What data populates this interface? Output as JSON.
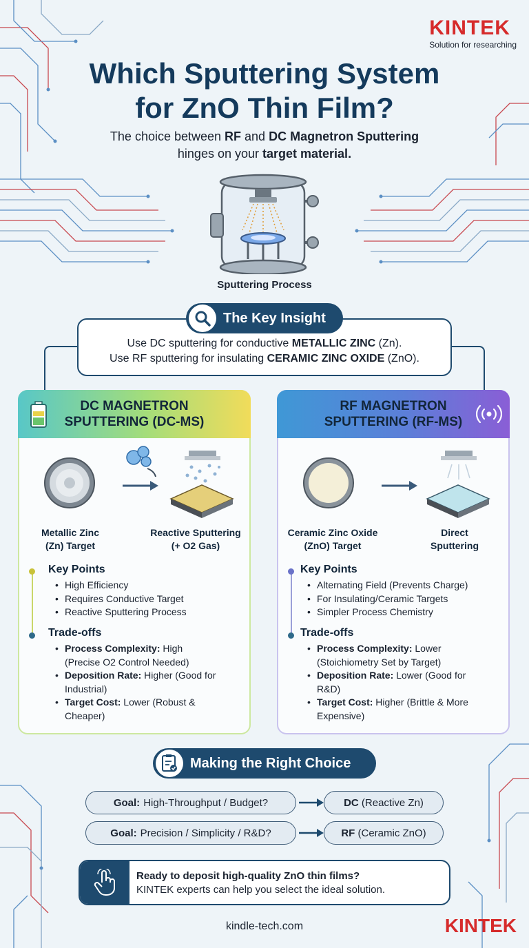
{
  "brand": {
    "name": "KINTEK",
    "tagline": "Solution for researching"
  },
  "title": {
    "line1": "Which Sputtering System",
    "line2": "for ZnO Thin Film?"
  },
  "subtitle": {
    "p1": "The choice between ",
    "rf": "RF",
    "p2": " and ",
    "dc": "DC Magnetron Sputtering",
    "p3": "hinges on your ",
    "target": "target material",
    "p4": "."
  },
  "chamber_label": "Sputtering Process",
  "insight": {
    "title": "The Key Insight",
    "l1_pre": "Use DC sputtering for conductive ",
    "l1_bold": "METALLIC ZINC",
    "l1_post": " (Zn).",
    "l2_pre": "Use RF sputtering for insulating ",
    "l2_bold": "CERAMIC ZINC OXIDE",
    "l2_post": " (ZnO)."
  },
  "dc": {
    "title1": "DC MAGNETRON",
    "title2": "SPUTTERING (DC-MS)",
    "target_l1": "Metallic Zinc",
    "target_l2": "(Zn) Target",
    "process_l1": "Reactive Sputtering",
    "process_l2": "(+ O2 Gas)",
    "key_points_h": "Key Points",
    "kp1": "High Efficiency",
    "kp2": "Requires Conductive Target",
    "kp3": "Reactive Sputtering Process",
    "tradeoffs_h": "Trade-offs",
    "t1_label": "Process Complexity:",
    "t1_a": " High",
    "t1_b": "(Precise O2 Control Needed)",
    "t2_label": "Deposition Rate:",
    "t2_a": " Higher (Good for",
    "t2_b": "Industrial)",
    "t3_label": "Target Cost:",
    "t3_a": " Lower (Robust &",
    "t3_b": "Cheaper)"
  },
  "rf": {
    "title1": "RF MAGNETRON",
    "title2": "SPUTTERING (RF-MS)",
    "target_l1": "Ceramic Zinc Oxide",
    "target_l2": "(ZnO) Target",
    "process_l1": "Direct",
    "process_l2": "Sputtering",
    "key_points_h": "Key Points",
    "kp1": "Alternating Field (Prevents Charge)",
    "kp2": "For Insulating/Ceramic Targets",
    "kp3": "Simpler Process Chemistry",
    "tradeoffs_h": "Trade-offs",
    "t1_label": "Process Complexity:",
    "t1_a": " Lower",
    "t1_b": "(Stoichiometry Set by Target)",
    "t2_label": "Deposition Rate:",
    "t2_a": " Lower (Good for",
    "t2_b": "R&D)",
    "t3_label": "Target Cost:",
    "t3_a": " Higher (Brittle & More",
    "t3_b": "Expensive)"
  },
  "choice": {
    "title": "Making the Right Choice",
    "g1_label": "Goal:",
    "g1_text": "High-Throughput / Budget?",
    "g1_res_bold": "DC",
    "g1_res": " (Reactive Zn)",
    "g2_label": "Goal:",
    "g2_text": "Precision / Simplicity / R&D?",
    "g2_res_bold": "RF",
    "g2_res": " (Ceramic ZnO)"
  },
  "cta": {
    "line1": "Ready to deposit high-quality ZnO thin films?",
    "line2": "KINTEK experts can help you select the ideal solution."
  },
  "footer": {
    "url": "kindle-tech.com",
    "brand": "KINTEK"
  },
  "colors": {
    "navy": "#1e4a6e",
    "title": "#143a5c",
    "brand_red": "#d62b2b",
    "dc_accent": "#cde8a0",
    "rf_accent": "#c9c3ee"
  }
}
